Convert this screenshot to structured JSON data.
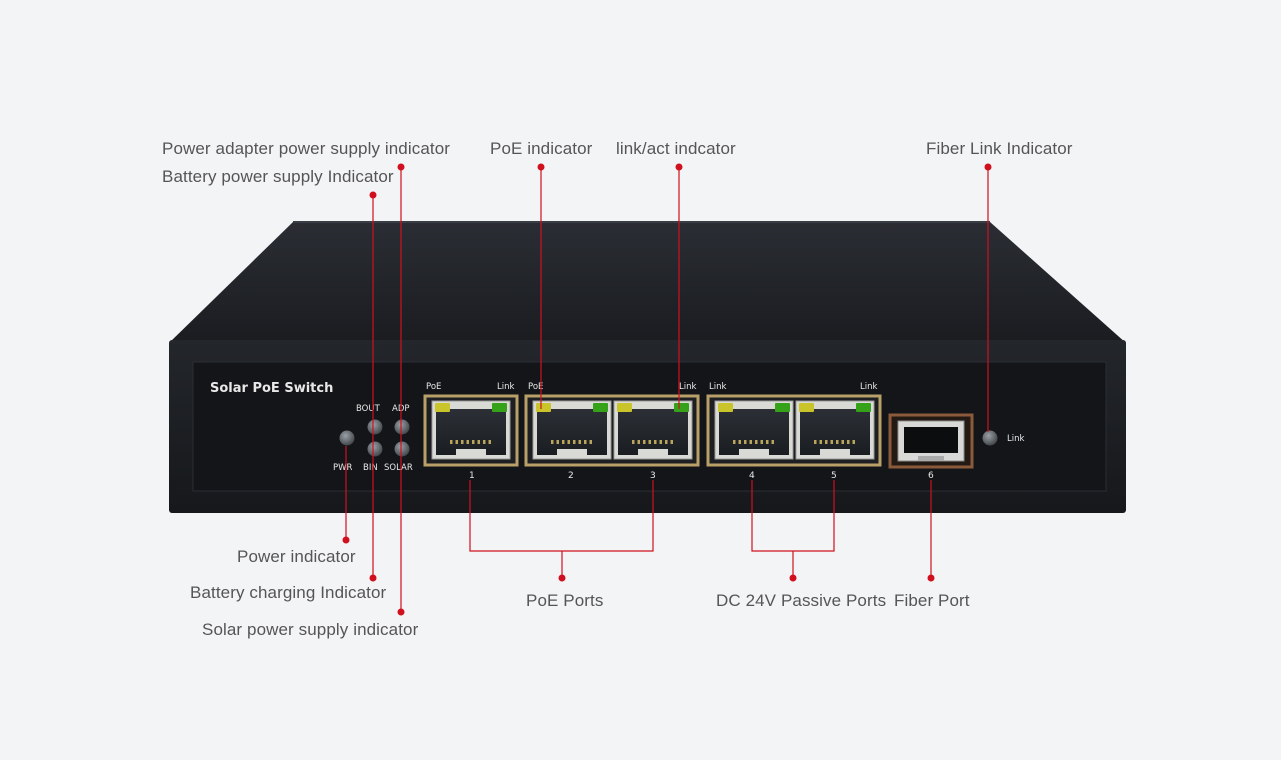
{
  "callouts": {
    "power_adapter": "Power adapter power supply indicator",
    "battery_supply": "Battery power supply Indicator",
    "poe_indicator": "PoE indicator",
    "link_act": "link/act indcator",
    "fiber_link": "Fiber Link Indicator",
    "power_indicator": "Power indicator",
    "battery_charging": "Battery charging Indicator",
    "solar_supply": "Solar power supply indicator",
    "poe_ports": "PoE Ports",
    "dc24_ports": "DC 24V Passive Ports",
    "fiber_port": "Fiber Port"
  },
  "device": {
    "name": "Solar PoE Switch",
    "led_labels": {
      "bout": "BOUT",
      "adp": "ADP",
      "pwr": "PWR",
      "bin": "BIN",
      "solar": "SOLAR"
    },
    "port_group_labels": {
      "poe_a": "PoE",
      "link_a": "Link",
      "poe_b": "PoE",
      "link_b": "Link",
      "link_c": "Link",
      "link_d": "Link"
    },
    "port_numbers": [
      "1",
      "2",
      "3",
      "4",
      "5",
      "6"
    ],
    "fiber_link_label": "Link"
  },
  "colors": {
    "accent": "#d0101f",
    "chassis": "#1b1d21",
    "faceplate": "#121417",
    "port_frame": "#b8a068",
    "sfp_frame": "#8a5a3a",
    "led_yellow": "#c9c42a",
    "led_green": "#36a21a"
  }
}
